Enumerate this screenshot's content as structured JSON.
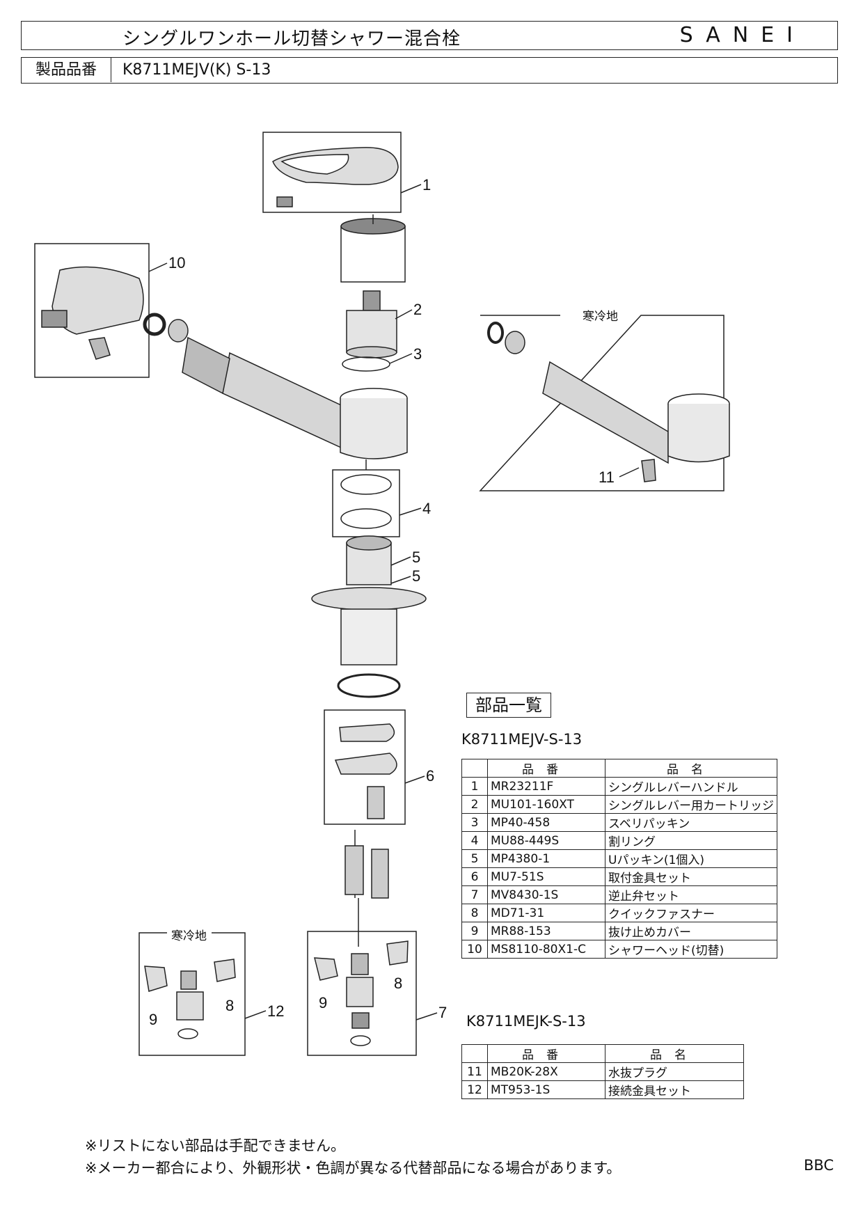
{
  "header": {
    "title": "シングルワンホール切替シャワー混合栓",
    "brand": "SANEI",
    "model_label": "製品品番",
    "model_value": "K8711MEJV(K) S-13"
  },
  "diagram": {
    "callouts": {
      "n1": "1",
      "n2": "2",
      "n3": "3",
      "n4": "4",
      "n5a": "5",
      "n5b": "5",
      "n6": "6",
      "n7": "7",
      "n8a": "8",
      "n9a": "9",
      "n10": "10",
      "n11": "11",
      "n8b": "8",
      "n9b": "9",
      "n12": "12"
    },
    "cold_region_label_a": "寒冷地",
    "cold_region_label_b": "寒冷地"
  },
  "parts_list": {
    "title": "部品一覧",
    "table1": {
      "caption": "K8711MEJV-S-13",
      "headers": [
        "",
        "品番",
        "品名"
      ],
      "rows": [
        {
          "no": "1",
          "code": "MR23211F",
          "name": "シングルレバーハンドル"
        },
        {
          "no": "2",
          "code": "MU101-160XT",
          "name": "シングルレバー用カートリッジ"
        },
        {
          "no": "3",
          "code": "MP40-458",
          "name": "スベリパッキン"
        },
        {
          "no": "4",
          "code": "MU88-449S",
          "name": "割リング"
        },
        {
          "no": "5",
          "code": "MP4380-1",
          "name": "Uパッキン(1個入)"
        },
        {
          "no": "6",
          "code": "MU7-51S",
          "name": "取付金具セット"
        },
        {
          "no": "7",
          "code": "MV8430-1S",
          "name": "逆止弁セット"
        },
        {
          "no": "8",
          "code": "MD71-31",
          "name": "クイックファスナー"
        },
        {
          "no": "9",
          "code": "MR88-153",
          "name": "抜け止めカバー"
        },
        {
          "no": "10",
          "code": "MS8110-80X1-C",
          "name": "シャワーヘッド(切替)"
        }
      ]
    },
    "table2": {
      "caption": "K8711MEJK-S-13",
      "headers": [
        "",
        "品番",
        "品名"
      ],
      "rows": [
        {
          "no": "11",
          "code": "MB20K-28X",
          "name": "水抜プラグ"
        },
        {
          "no": "12",
          "code": "MT953-1S",
          "name": "接続金具セット"
        }
      ]
    }
  },
  "notes": {
    "line1": "※リストにない部品は手配できません。",
    "line2": "※メーカー都合により、外観形状・色調が異なる代替部品になる場合があります。",
    "code": "BBC"
  }
}
